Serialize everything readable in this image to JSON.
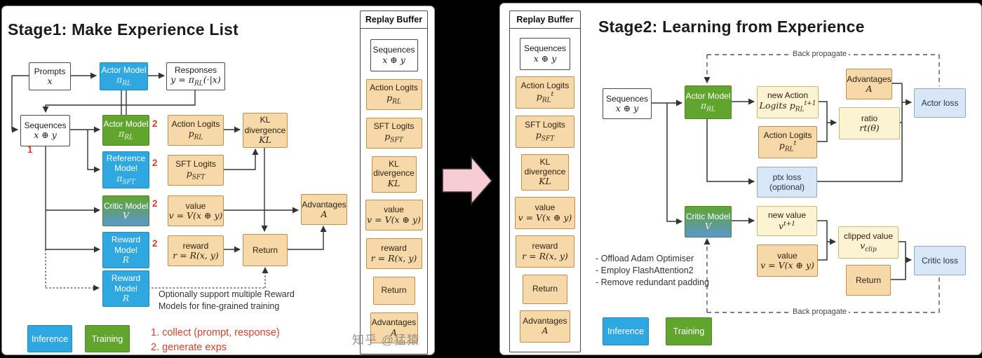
{
  "watermark": "知乎 @猛猿",
  "legend": {
    "inference": "Inference",
    "training": "Training"
  },
  "stage1": {
    "title": "Stage1: Make Experience List",
    "prompts": {
      "label": "Prompts",
      "formula": "x"
    },
    "actor_top": {
      "label": "Actor Model",
      "formula": "π_{RL}"
    },
    "responses": {
      "label": "Responses",
      "formula": "y = π_{RL}(·|x)"
    },
    "sequences": {
      "label": "Sequences",
      "formula": "x ⊕ y"
    },
    "actor": {
      "label": "Actor Model",
      "formula": "π_{RL}"
    },
    "action_logits": {
      "label": "Action Logits",
      "formula": "p_{RL}"
    },
    "kl": {
      "label": "KL divergence",
      "formula": "KL"
    },
    "reference": {
      "label": "Reference Model",
      "formula": "π_{SFT}"
    },
    "sft_logits": {
      "label": "SFT Logits",
      "formula": "p_{SFT}"
    },
    "critic": {
      "label": "Critic Model",
      "formula": "V"
    },
    "value": {
      "label": "value",
      "formula": "v = V(x ⊕ y)"
    },
    "advantages": {
      "label": "Advantages",
      "formula": "A"
    },
    "reward_model": {
      "label": "Reward Model",
      "formula": "R"
    },
    "reward": {
      "label": "reward",
      "formula": "r = R(x, y)"
    },
    "return_box": {
      "label": "Return"
    },
    "reward_model2": {
      "label": "Reward Model",
      "formula": "R"
    },
    "marker1": "1",
    "marker2": "2",
    "note": {
      "line1": "Optionally support multiple Reward",
      "line2": "Models for fine-grained training"
    },
    "red_notes": {
      "line1": "1. collect (prompt, response)",
      "line2": "2. generate exps"
    }
  },
  "replay1": {
    "title": "Replay Buffer",
    "sequences": {
      "label": "Sequences",
      "formula": "x ⊕ y"
    },
    "action_logits": {
      "label": "Action Logits",
      "formula": "p_{RL}"
    },
    "sft_logits": {
      "label": "SFT Logits",
      "formula": "p_{SFT}"
    },
    "kl": {
      "label": "KL divergence",
      "formula": "KL"
    },
    "value": {
      "label": "value",
      "formula": "v = V(x ⊕ y)"
    },
    "reward": {
      "label": "reward",
      "formula": "r = R(x, y)"
    },
    "return_box": {
      "label": "Return"
    },
    "advantages": {
      "label": "Advantages",
      "formula": "A"
    }
  },
  "replay2": {
    "title": "Replay Buffer",
    "sequences": {
      "label": "Sequences",
      "formula": "x ⊕ y"
    },
    "action_logits": {
      "label": "Action Logits",
      "formula": "p_{RL}^{t}"
    },
    "sft_logits": {
      "label": "SFT Logits",
      "formula": "p_{SFT}"
    },
    "kl": {
      "label": "KL divergence",
      "formula": "KL"
    },
    "value": {
      "label": "value",
      "formula": "v = V(x ⊕ y)"
    },
    "reward": {
      "label": "reward",
      "formula": "r = R(x, y)"
    },
    "return_box": {
      "label": "Return"
    },
    "advantages": {
      "label": "Advantages",
      "formula": "A"
    }
  },
  "stage2": {
    "title": "Stage2: Learning from Experience",
    "back_propagate": "Back propagate",
    "sequences": {
      "label": "Sequences",
      "formula": "x ⊕ y"
    },
    "actor": {
      "label": "Actor Model",
      "formula": "π_{RL}"
    },
    "new_action_logits": {
      "label": "new Action",
      "formula": "Logits p_{RL}^{t+1}"
    },
    "action_logits": {
      "label": "Action Logits",
      "formula": "p_{RL}^{t}"
    },
    "ratio": {
      "label": "ratio",
      "formula": "rt(θ)"
    },
    "advantages": {
      "label": "Advantages",
      "formula": "A"
    },
    "actor_loss": {
      "label": "Actor loss"
    },
    "ptx_loss": {
      "label": "ptx loss",
      "label2": "(optional)"
    },
    "critic": {
      "label": "Critic Model",
      "formula": "V"
    },
    "new_value": {
      "label": "new value",
      "formula": "v^{t+1}"
    },
    "value": {
      "label": "value",
      "formula": "v = V(x ⊕ y)"
    },
    "clipped_value": {
      "label": "clipped value",
      "formula": "v_{clip}"
    },
    "return_box": {
      "label": "Return"
    },
    "critic_loss": {
      "label": "Critic loss"
    },
    "notes": {
      "line1": "- Offload Adam Optimiser",
      "line2": "- Employ FlashAttention2",
      "line3": "- Remove redundant padding"
    }
  }
}
